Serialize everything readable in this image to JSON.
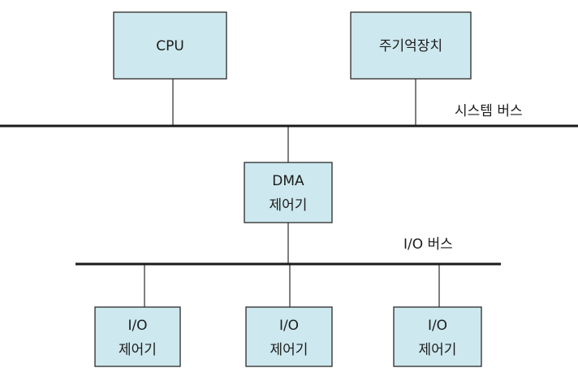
{
  "nodes": {
    "cpu": {
      "line1": "CPU"
    },
    "main_memory": {
      "line1": "주기억장치"
    },
    "dma_controller": {
      "line1": "DMA",
      "line2": "제어기"
    },
    "io_controller_1": {
      "line1": "I/O",
      "line2": "제어기"
    },
    "io_controller_2": {
      "line1": "I/O",
      "line2": "제어기"
    },
    "io_controller_3": {
      "line1": "I/O",
      "line2": "제어기"
    }
  },
  "buses": {
    "system_bus": {
      "label": "시스템 버스"
    },
    "io_bus": {
      "label": "I/O 버스"
    }
  },
  "colors": {
    "box_fill": "#cde8ee",
    "line": "#1a1a1a"
  }
}
